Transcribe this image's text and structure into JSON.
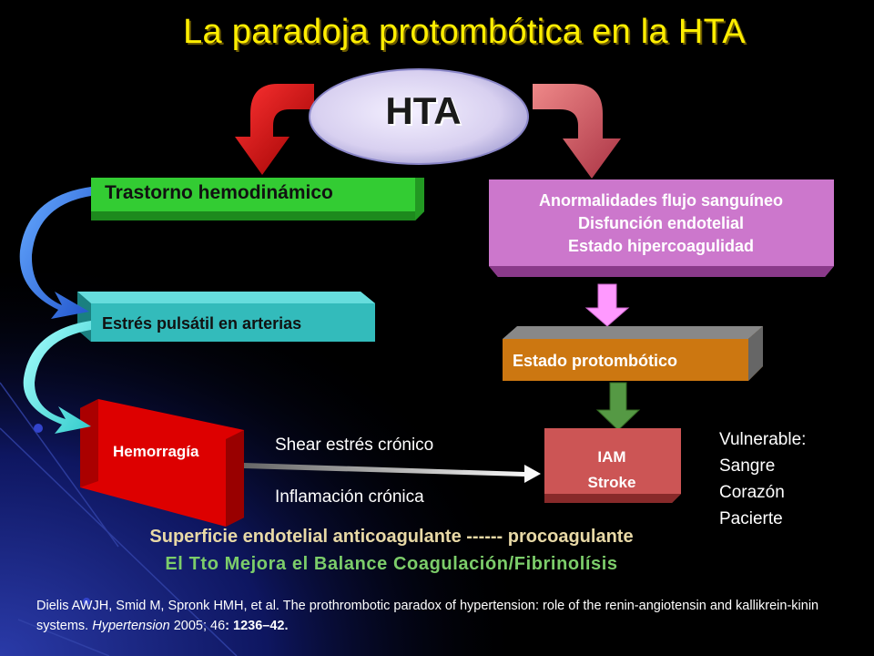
{
  "title": "La paradoja protombótica en la HTA",
  "center": {
    "label": "HTA"
  },
  "boxes": {
    "trastorno": "Trastorno hemodinámico",
    "anormalidades": [
      "Anormalidades flujo sanguíneo",
      "Disfunción endotelial",
      "Estado hipercoagulidad"
    ],
    "estres": "Estrés pulsátil en arterias",
    "protombotico": "Estado protombótico",
    "hemorragia": "Hemorragía",
    "iam": [
      "IAM",
      "Stroke"
    ]
  },
  "arrow_labels": {
    "shear": "Shear estrés crónico",
    "inflamacion": "Inflamación crónica"
  },
  "vulnerable": [
    "Vulnerable:",
    "Sangre",
    "Corazón",
    "Pacierte"
  ],
  "summary": {
    "superficie": "Superficie endotelial anticoagulante ------ procoagulante",
    "tto": "El Tto Mejora el Balance Coagulación/Fibrinolísis"
  },
  "reference": {
    "authors": "Dielis AWJH, Smid M, Spronk HMH, et al. The prothrombotic paradox of hypertension: role of the renin-angiotensin and kallikrein-kinin systems.",
    "journal": "Hypertension",
    "year": "2005; 46",
    "pages": ": 1236–42."
  },
  "colors": {
    "background": "#000000",
    "title": "#ffee00",
    "trastorno_box": "#33cc33",
    "anormalidades_box": "#cc77cc",
    "estres_box": "#33bbbb",
    "protombotico_box": "#cc7711",
    "hemorragia_box": "#dd0000",
    "iam_box": "#cc5555",
    "tto_text": "#7ccd6a"
  }
}
